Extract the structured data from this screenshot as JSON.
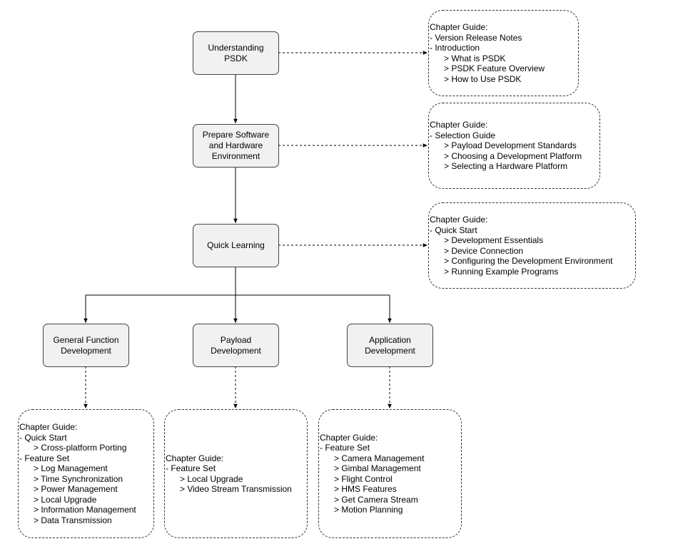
{
  "nodes": {
    "understanding": "Understanding\nPSDK",
    "prepare": "Prepare Software\nand Hardware\nEnvironment",
    "quick": "Quick Learning",
    "general": "General Function\nDevelopment",
    "payload": "Payload\nDevelopment",
    "application": "Application\nDevelopment"
  },
  "guides": {
    "understanding": [
      "Chapter Guide:",
      "- Version Release Notes",
      "- Introduction",
      "      > What is PSDK",
      "      > PSDK Feature Overview",
      "      > How to Use PSDK"
    ],
    "prepare": [
      "Chapter Guide:",
      "- Selection Guide",
      "      > Payload Development Standards",
      "      > Choosing a Development Platform",
      "      > Selecting a Hardware Platform"
    ],
    "quick": [
      "Chapter Guide:",
      "- Quick Start",
      "      > Development Essentials",
      "      > Device Connection",
      "      > Configuring the Development Environment",
      "      > Running Example Programs"
    ],
    "general": [
      "Chapter Guide:",
      "- Quick Start",
      "      > Cross-platform Porting",
      "- Feature Set",
      "      > Log Management",
      "      > Time Synchronization",
      "      > Power Management",
      "      > Local Upgrade",
      "      > Information Management",
      "      > Data Transmission"
    ],
    "payload": [
      "Chapter Guide:",
      "- Feature Set",
      "      > Local Upgrade",
      "      > Video Stream Transmission"
    ],
    "application": [
      "Chapter Guide:",
      "- Feature Set",
      "      > Camera Management",
      "      > Gimbal Management",
      "      > Flight Control",
      "      > HMS Features",
      "      > Get Camera Stream",
      "      > Motion Planning"
    ]
  },
  "colors": {
    "node_fill": "#f1f1f1",
    "stroke": "#000000"
  }
}
